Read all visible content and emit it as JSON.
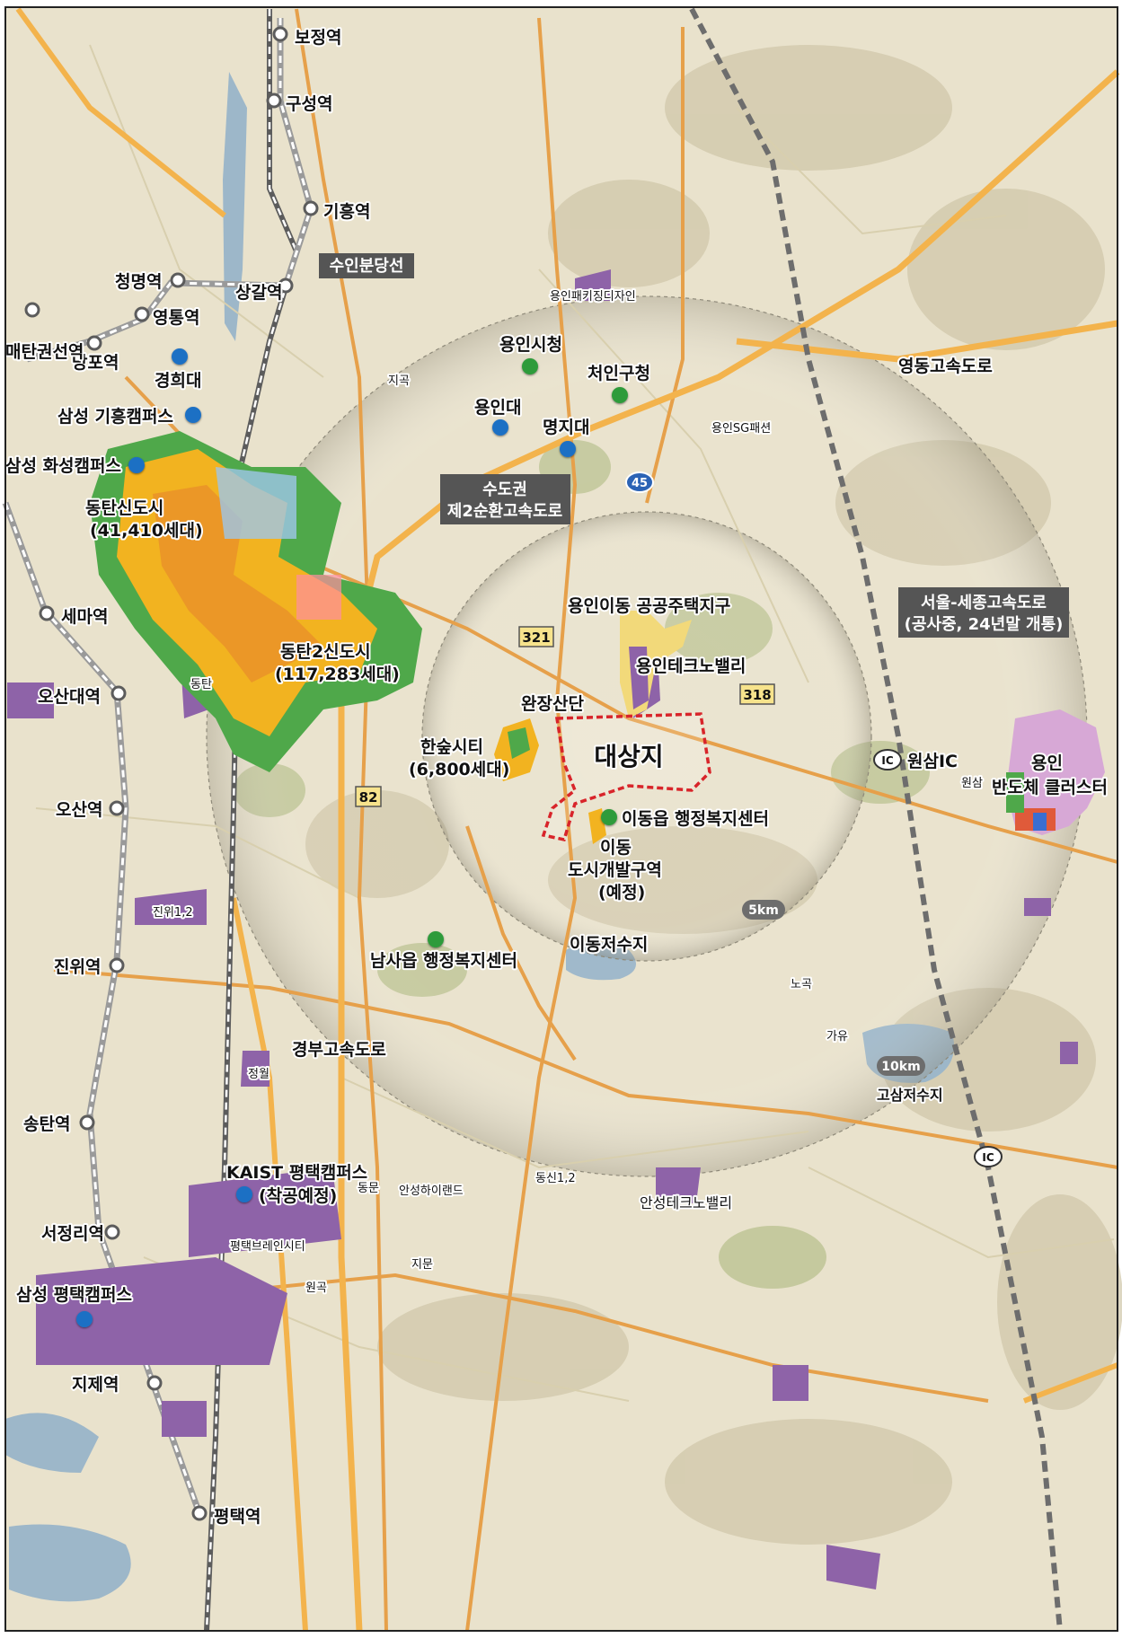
{
  "map": {
    "target_site": "대상지",
    "rings": {
      "inner": "5km",
      "outer": "10km"
    },
    "stations": [
      "보정역",
      "구성역",
      "기흥역",
      "상갈역",
      "청명역",
      "영통역",
      "망포역",
      "매탄권선역",
      "세마역",
      "오산대역",
      "오산역",
      "진위역",
      "송탄역",
      "서정리역",
      "지제역",
      "평택역"
    ],
    "rail_line_label": "수인분당선",
    "expressway_boxes": {
      "ring2": [
        "수도권",
        "제2순환고속도로"
      ],
      "seoul_sejong": [
        "서울-세종고속도로",
        "(공사중, 24년말 개통)"
      ]
    },
    "road_labels": {
      "yeongdong": "영동고속도로",
      "gyeongbu": "경부고속도로",
      "yongin_sg": "용인SG패션"
    },
    "route_shields": {
      "r45": "45",
      "r321": "321",
      "r318": "318",
      "r82": "82"
    },
    "ic_labels": {
      "wonsam": "원삼IC",
      "ic_badge": "IC"
    },
    "campuses": {
      "kyunghee": "경희대",
      "samsung_giheung": "삼성 기흥캠퍼스",
      "samsung_hwaseong": "삼성 화성캠퍼스",
      "yongin_univ": "용인대",
      "myongji": "명지대",
      "kaist": [
        "KAIST 평택캠퍼스",
        "(착공예정)"
      ],
      "samsung_pyeongtaek": "삼성 평택캠퍼스"
    },
    "admin": {
      "yongin_city_hall": "용인시청",
      "cheoin_office": "처인구청",
      "idong_center": "이동읍 행정복지센터",
      "namsa_center": "남사읍 행정복지센터"
    },
    "developments": {
      "dongtan": [
        "동탄신도시",
        "(41,410세대)"
      ],
      "dongtan2": [
        "동탄2신도시",
        "(117,283세대)"
      ],
      "hansup": [
        "한숲시티",
        "(6,800세대)"
      ],
      "idong_housing": "용인이동 공공주택지구",
      "techno_valley": "용인테크노밸리",
      "wanjang": "완장산단",
      "idong_urban": [
        "이동",
        "도시개발구역",
        "(예정)"
      ],
      "semiconductor": [
        "용인",
        "반도체 클러스터"
      ],
      "anseong_valley": "안성테크노밸리"
    },
    "water": {
      "idong_res": "이동저수지",
      "gosam_res": "고삼저수지"
    },
    "places": {
      "jiphgok": "지곡",
      "wonsam": "원삼",
      "gayu": "가유",
      "nogok": "노곡",
      "dongmun": "동문",
      "jimun": "지문",
      "wongok": "원곡",
      "jeongwol": "정월",
      "jinwi": "진위1,2",
      "dongtan_small": "동탄",
      "yonginpackaging": "용인패키징디자인",
      "dongsin": "동신1,2",
      "anseong_hiland": "안성하이랜드",
      "pyeongtaek_brain": "평택브레인시티"
    },
    "colors": {
      "map_base": "#e9e2cc",
      "mountain": "#c9c0a4",
      "road_major": "#e6a04a",
      "expressway": "#f3b34c",
      "industrial": "#8e63a8",
      "urban_green": "#4fa84a",
      "urban_yellow": "#f2b320",
      "site_outline": "#d8242a",
      "university_dot": "#1d6fc4",
      "admin_dot": "#2f9b3a",
      "box_bg": "#555555"
    }
  }
}
